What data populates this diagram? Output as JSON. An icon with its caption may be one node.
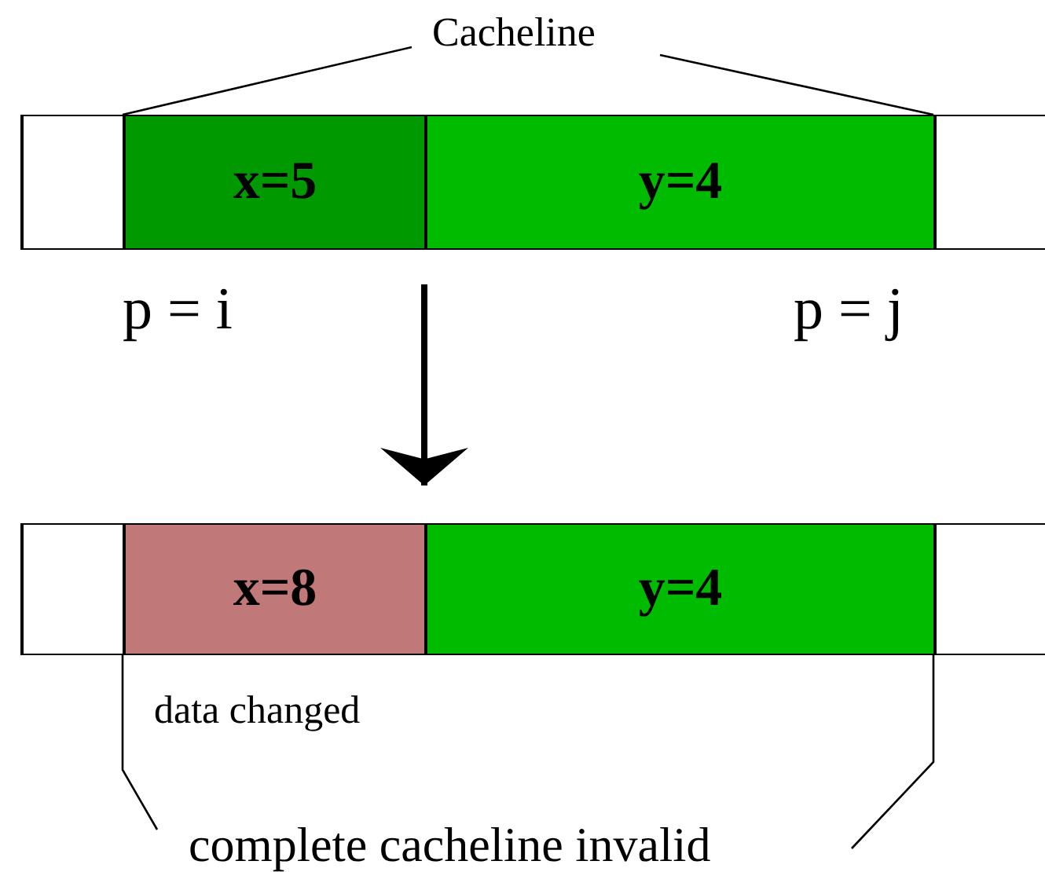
{
  "diagram": {
    "nodes": [
      {
        "text": [],
        "shape": "bar"
      },
      {
        "text": [],
        "shape": "box",
        "in": 0
      },
      {
        "text": [
          "x=5"
        ],
        "in": 0
      },
      {
        "text": [
          "y=4"
        ],
        "in": 0
      },
      {
        "text": [],
        "shape": "box",
        "in": 0
      },
      {
        "text": [],
        "shape": "bar"
      },
      {
        "text": [],
        "shape": "box",
        "in": 5
      },
      {
        "text": [
          "x=8"
        ],
        "in": 5
      },
      {
        "text": [
          "y=4"
        ],
        "in": 5
      },
      {
        "text": [],
        "shape": "box",
        "in": 5
      }
    ],
    "edges": [
      {
        "from": 0,
        "to": 5,
        "arrow": "to"
      }
    ],
    "labels": [
      "Cacheline",
      "p = i",
      "p = j",
      "data changed",
      "complete cacheline invalid"
    ]
  }
}
